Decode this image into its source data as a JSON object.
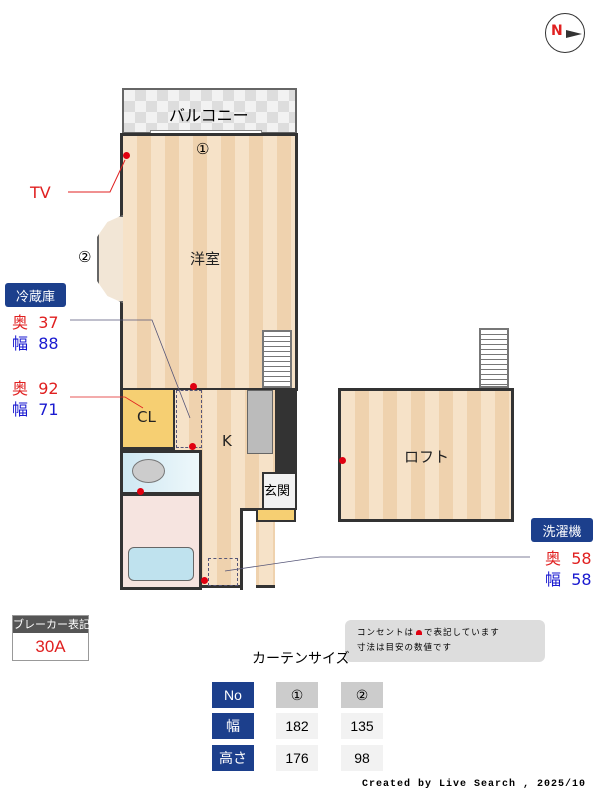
{
  "compass": {
    "label": "N"
  },
  "rooms": {
    "balcony": "バルコニー",
    "western": "洋室",
    "closet": "CL",
    "kitchen": "K",
    "entrance": "玄関",
    "loft": "ロフト"
  },
  "markers": {
    "window1": "①",
    "window2": "②"
  },
  "tv": {
    "label": "TV"
  },
  "fridge": {
    "title": "冷蔵庫",
    "depth_label": "奥",
    "depth": "37",
    "width_label": "幅",
    "width": "88"
  },
  "closet_dims": {
    "depth_label": "奥",
    "depth": "92",
    "width_label": "幅",
    "width": "71"
  },
  "washer": {
    "title": "洗濯機",
    "depth_label": "奥",
    "depth": "58",
    "width_label": "幅",
    "width": "58"
  },
  "breaker": {
    "title": "ブレーカー表記",
    "value": "30A"
  },
  "note": {
    "line1_pre": "コンセントは",
    "line1_post": "で表記しています",
    "line2": "寸法は目安の数値です"
  },
  "curtain": {
    "title": "カーテンサイズ",
    "headers": [
      "No",
      "①",
      "②"
    ],
    "rows": [
      {
        "label": "幅",
        "values": [
          "182",
          "135"
        ]
      },
      {
        "label": "高さ",
        "values": [
          "176",
          "98"
        ]
      }
    ]
  },
  "footer": "Created by Live Search , 2025/10",
  "colors": {
    "accent": "#1c3f8c",
    "outlet": "#e00010",
    "red_text": "#e02020",
    "blue_text": "#1a1ad0"
  }
}
